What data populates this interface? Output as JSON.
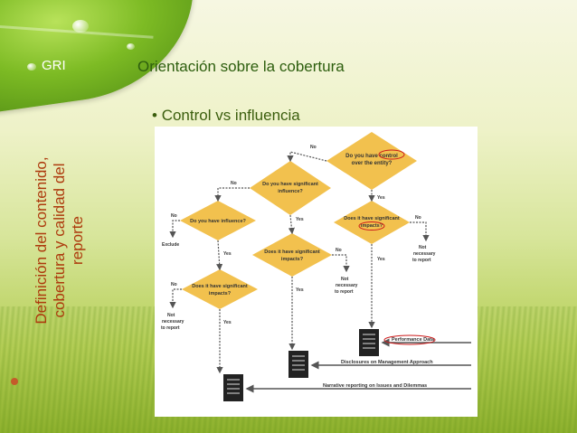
{
  "slide": {
    "logo": "GRI",
    "title": "Orientación sobre la cobertura",
    "bullet": "Control vs influencia",
    "side_text": "Definición del contenido, cobertura y calidad del reporte"
  },
  "flowchart": {
    "q_control": [
      "Do you have control",
      "over the entity?"
    ],
    "q_sig_influence": [
      "Do you have significant",
      "influence?"
    ],
    "q_influence": "Do you have influence?",
    "q_impacts_right": [
      "Does it have significant",
      "impacts?"
    ],
    "q_impacts_mid": [
      "Does it have significant",
      "impacts?"
    ],
    "q_impacts_left": [
      "Does it have significant",
      "impacts?"
    ],
    "no": "No",
    "yes": "Yes",
    "exclude": "Exclude",
    "not_necessary": [
      "Not",
      "necessary",
      "to report"
    ],
    "performance_data": "Performance Data",
    "disclosures": "Disclosures on Management Approach",
    "narrative": "Narrative reporting on Issues and Dilemmas",
    "colors": {
      "diamond": "#f2c14e",
      "text": "#333333",
      "highlight": "#cc1a1a",
      "arrow": "#555555"
    }
  }
}
